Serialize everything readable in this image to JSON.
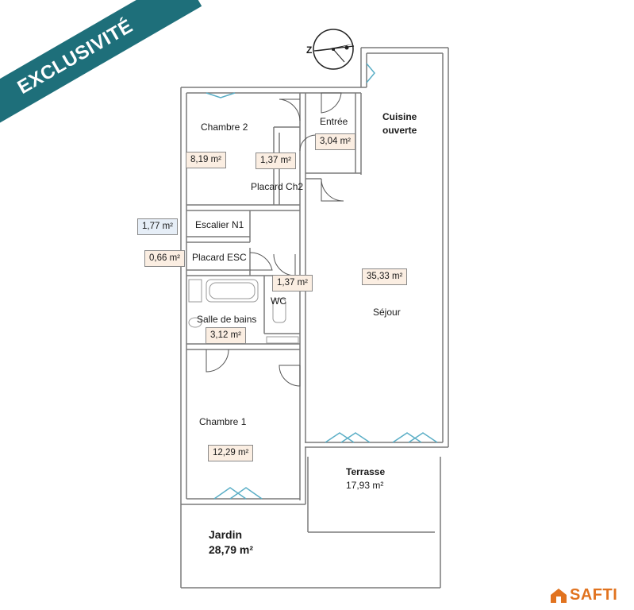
{
  "banner": {
    "text": "EXCLUSIVITÉ",
    "color": "#1e6f7a"
  },
  "brand": {
    "name": "SAFTI",
    "color": "#e1731f",
    "icon": "house-icon"
  },
  "compass": {
    "letter": "Z"
  },
  "rooms": {
    "chambre2": {
      "name": "Chambre 2",
      "area": "8,19 m²"
    },
    "placard_ch2": {
      "name": "Placard Ch2",
      "area": "1,37 m²"
    },
    "entree": {
      "name": "Entrée",
      "area": "3,04 m²"
    },
    "cuisine": {
      "name": "Cuisine\nouverte"
    },
    "escalier": {
      "name": "Escalier N1",
      "area": "1,77 m²"
    },
    "placard_esc": {
      "name": "Placard ESC",
      "area": "0,66 m²"
    },
    "wc": {
      "name": "WC",
      "area": "1,37 m²"
    },
    "sejour": {
      "name": "Séjour",
      "area": "35,33 m²"
    },
    "salle_de_bains": {
      "name": "Salle de bains",
      "area": "3,12 m²"
    },
    "chambre1": {
      "name": "Chambre 1",
      "area": "12,29 m²"
    },
    "terrasse": {
      "name": "Terrasse",
      "area": "17,93 m²"
    },
    "jardin": {
      "name": "Jardin",
      "area": "28,79 m²"
    }
  },
  "colors": {
    "wall": "#7a7a7a",
    "area_label_bg": "#fbeee2",
    "area_label_alt_bg": "#e6eef7",
    "window": "#5aaec6"
  }
}
